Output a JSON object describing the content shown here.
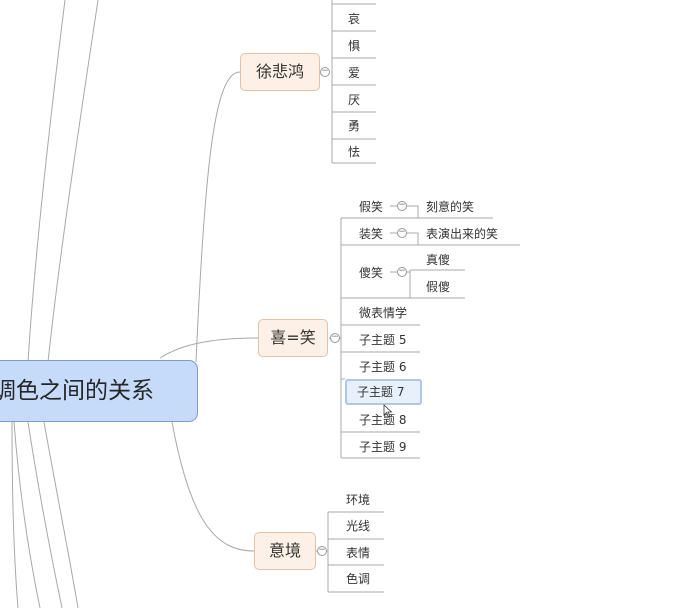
{
  "central": "调色之间的关系",
  "collapse_symbol": "−",
  "branches": [
    {
      "id": "xu",
      "label": "徐悲鸿",
      "children": [
        "哀",
        "惧",
        "爱",
        "厌",
        "勇",
        "怯"
      ]
    },
    {
      "id": "xi",
      "label": "喜=笑",
      "children": [
        {
          "label": "假笑",
          "child": "刻意的笑"
        },
        {
          "label": "装笑",
          "child": "表演出来的笑"
        },
        {
          "label": "傻笑",
          "children": [
            "真傻",
            "假傻"
          ]
        },
        {
          "label": "微表情学"
        },
        {
          "label": "子主题 5"
        },
        {
          "label": "子主题 6"
        },
        {
          "label": "子主题 7",
          "selected": true
        },
        {
          "label": "子主题 8"
        },
        {
          "label": "子主题 9"
        }
      ]
    },
    {
      "id": "yi",
      "label": "意境",
      "children": [
        "环境",
        "光线",
        "表情",
        "色调"
      ]
    }
  ],
  "colors": {
    "line": "#a8a8a8",
    "central_fill": "#c6dbfa",
    "branch_fill": "#fdf0e6",
    "selected_fill": "#e8f1fb"
  }
}
